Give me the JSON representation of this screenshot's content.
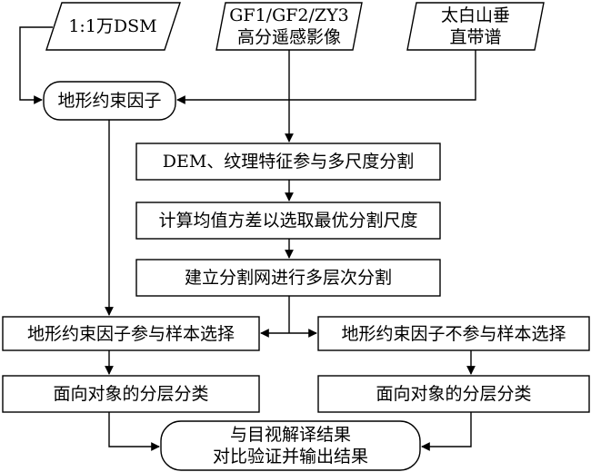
{
  "diagram": {
    "inputs": {
      "dsm": {
        "line1": "1:1万DSM"
      },
      "imagery": {
        "line1": "GF1/GF2/ZY3",
        "line2": "高分遥感影像"
      },
      "veg": {
        "line1": "太白山垂",
        "line2": "直带谱"
      }
    },
    "terrain_factor": "地形约束因子",
    "steps": {
      "segmentation": "DEM、纹理特征参与多尺度分割",
      "scale_select": "计算均值方差以选取最优分割尺度",
      "hierarchy": "建立分割网进行多层次分割"
    },
    "branch_left": {
      "sample": "地形约束因子参与样本选择",
      "classify": "面向对象的分层分类"
    },
    "branch_right": {
      "sample": "地形约束因子不参与样本选择",
      "classify": "面向对象的分层分类"
    },
    "final": {
      "line1": "与目视解译结果",
      "line2": "对比验证并输出结果"
    }
  }
}
